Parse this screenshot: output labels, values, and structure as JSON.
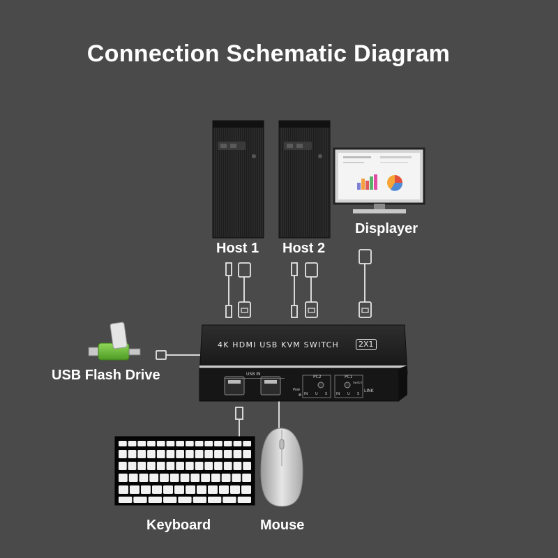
{
  "title": "Connection Schematic Diagram",
  "labels": {
    "host1": "Host 1",
    "host2": "Host 2",
    "displayer": "Displayer",
    "usb_flash_drive": "USB Flash Drive",
    "keyboard": "Keyboard",
    "mouse": "Mouse"
  },
  "switch": {
    "model_text": "4K HDMI USB KVM SWITCH",
    "model_badge": "2X1",
    "usb_in": "USB IN",
    "pc2": "PC2",
    "pc1": "PC1",
    "pow": "Pow",
    "link": "LINK",
    "switch_label": "Switch",
    "port_in": "IN",
    "port_u": "U",
    "port_s": "S"
  },
  "colors": {
    "background": "#4a4a4a",
    "text": "#ffffff",
    "usb_drive_green": "#6ec13b",
    "cable": "#d9d9d9"
  }
}
